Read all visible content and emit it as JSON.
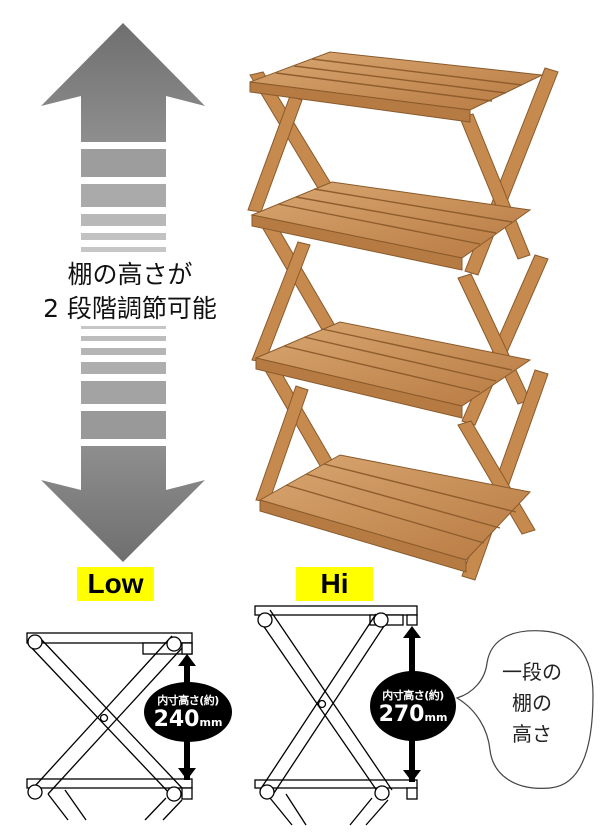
{
  "height_graphic": {
    "caption_line1": "棚の高さが",
    "caption_line2": "2 段階調節可能",
    "arrow_color_dark": "#757575",
    "arrow_color_light": "#c8c8c8"
  },
  "labels": {
    "low": "Low",
    "hi": "Hi",
    "highlight_color": "#ffff00"
  },
  "product_photo": {
    "description": "4-tier folding wooden slatted shelf rack",
    "tiers": 4
  },
  "diagrams": {
    "low": {
      "measure_label": "内寸高さ(約)",
      "measure_value": "240",
      "measure_unit": "mm"
    },
    "hi": {
      "measure_label": "内寸高さ(約)",
      "measure_value": "270",
      "measure_unit": "mm"
    }
  },
  "speech_bubble": {
    "line1": "一段の",
    "line2": "棚の",
    "line3": "高さ"
  }
}
